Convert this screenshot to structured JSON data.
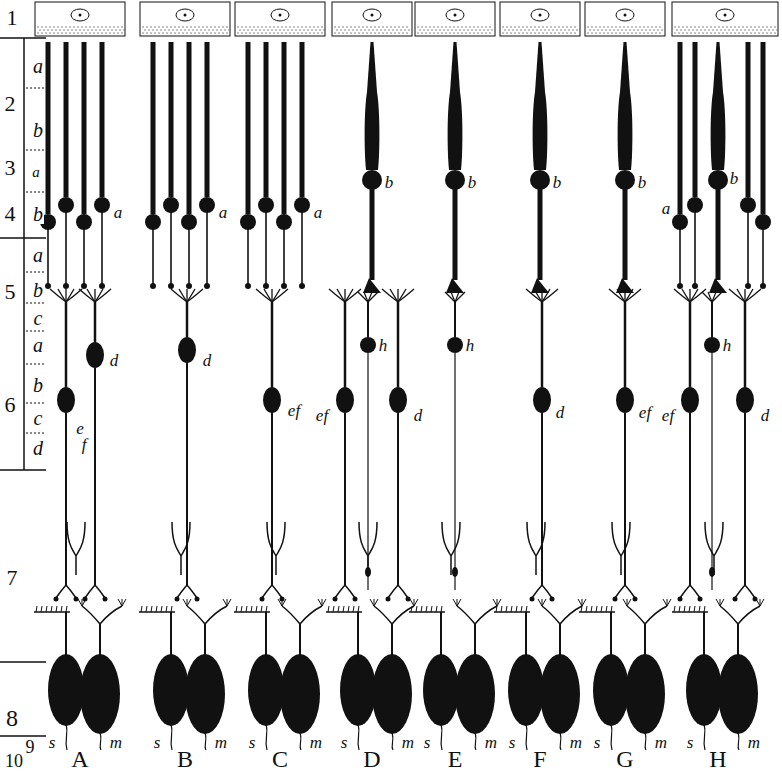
{
  "diagram": {
    "labels": [
      "1",
      "a",
      "2",
      "b",
      "3",
      "a",
      "4",
      "b",
      "a",
      "5",
      "b",
      "c",
      "a",
      "6",
      "b",
      "c",
      "d",
      "7",
      "8",
      "9",
      "10",
      "a",
      "d",
      "e",
      "f",
      "s",
      "m",
      "a",
      "d",
      "s",
      "m",
      "a",
      "ef",
      "s",
      "m",
      "b",
      "h",
      "ef",
      "d",
      "s",
      "m",
      "b",
      "h",
      "s",
      "m",
      "b",
      "d",
      "s",
      "m",
      "b",
      "ef",
      "s",
      "m",
      "a",
      "b",
      "h",
      "ef",
      "d",
      "s",
      "m",
      "A",
      "B",
      "C",
      "D",
      "E",
      "F",
      "G",
      "H"
    ]
  }
}
